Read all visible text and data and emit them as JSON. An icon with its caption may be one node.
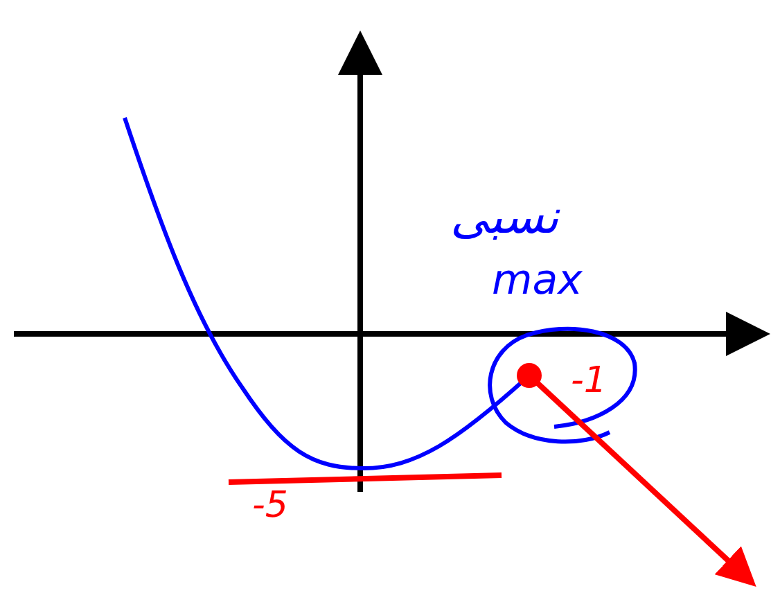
{
  "diagram": {
    "labels": [
      "نسبی",
      "max",
      "-1",
      "-5"
    ]
  }
}
